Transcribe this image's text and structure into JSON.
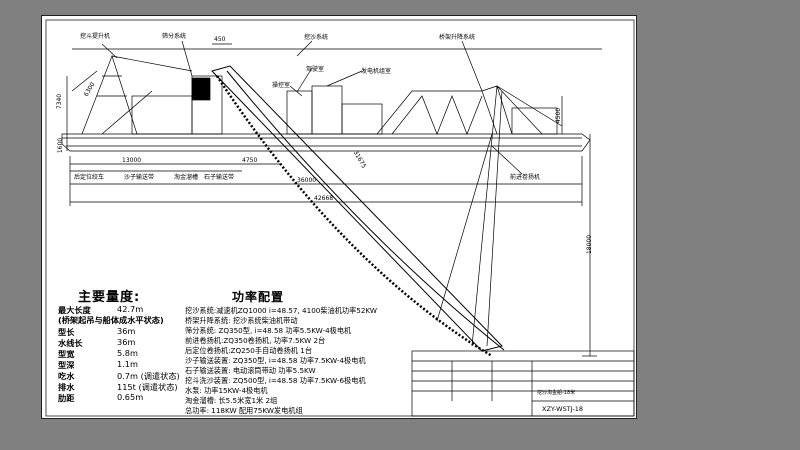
{
  "labels": {
    "bucket_hoist": "挖斗提升机",
    "screen_system": "筛分系统",
    "sand_system": "挖沙系统",
    "bridge_hoist": "桥架升降系统",
    "cab": "驾驶室",
    "generator_room": "发电机组室",
    "control_room": "操控室",
    "rear_winch": "后定位绞车",
    "sand_conveyor": "沙子输送带",
    "gold_chute": "淘金溜槽",
    "stone_conveyor": "石子输送带",
    "front_winch": "前进卷扬机"
  },
  "dimensions": {
    "d450": "450",
    "d7340": "7340",
    "d6300": "6300",
    "d1600": "1600",
    "d13000": "13000",
    "d4750": "4750",
    "d31675": "31675",
    "d36000": "36000",
    "d42668": "42668",
    "d4500": "4500",
    "d18000": "18000"
  },
  "specs": {
    "title": "主要量度:",
    "rows": [
      {
        "k": "最大长度",
        "v": "42.7m"
      },
      {
        "k": "(桥架起吊与船体成水平状态)",
        "v": ""
      },
      {
        "k": "型长",
        "v": "36m"
      },
      {
        "k": "水线长",
        "v": "36m"
      },
      {
        "k": "型宽",
        "v": "5.8m"
      },
      {
        "k": "型深",
        "v": "1.1m"
      },
      {
        "k": "吃水",
        "v": "0.7m (调遣状态)"
      },
      {
        "k": "排水",
        "v": "115t (调遣状态)"
      },
      {
        "k": "肋距",
        "v": "0.65m"
      }
    ]
  },
  "power": {
    "title": "功率配置",
    "lines": [
      "挖沙系统:减速机ZQ1000 i=48.57, 4100柴油机功率52KW",
      "桥架升降系统: 挖沙系统柴油机带动",
      "筛分系统: ZQ350型, i=48.58 功率5.5KW-4极电机",
      "前进卷扬机:ZQ350卷扬机, 功率7.5KW 2台",
      "后定位卷扬机:ZQ250手自动卷扬机 1台",
      "沙子输送装置: ZQ350型, i=48.58 功率7.5KW-4极电机",
      "石子输送装置: 电动滚筒带动 功率5.5KW",
      "挖斗洗沙装置: ZQ500型, i=48.58 功率7.5KW-6极电机",
      "水泵: 功率15KW-4极电机",
      "淘金溜槽: 长5.5米宽1米 2组",
      "总功率: 118KW 配用75KW发电机组"
    ]
  },
  "title_block": {
    "drawing_name": "挖沙淘金船-18米",
    "code": "XZY-WSTJ-18"
  }
}
